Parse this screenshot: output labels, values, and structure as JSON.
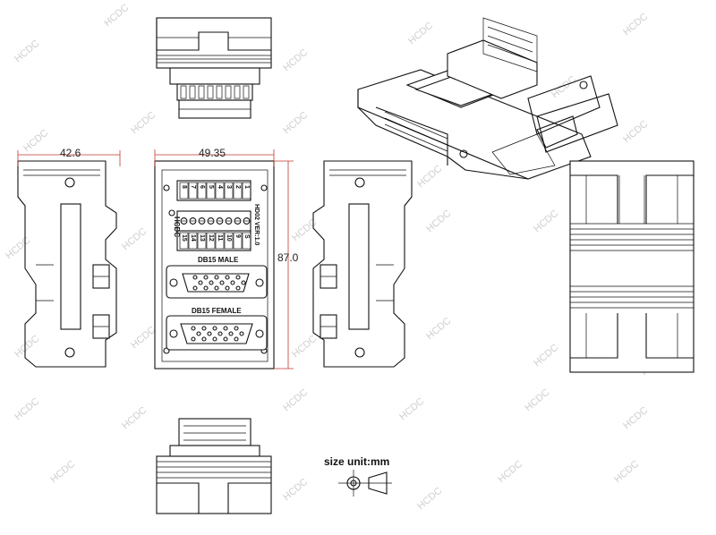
{
  "watermark": "HCDC",
  "dimensions": {
    "side_width": "42.6",
    "front_width": "49.35",
    "height": "87.0"
  },
  "board": {
    "brand": "HCDC",
    "model_version": "HD02 VER:1.0",
    "top_pins": [
      "8",
      "7",
      "6",
      "5",
      "4",
      "3",
      "2",
      "1"
    ],
    "bottom_pins": [
      "15",
      "14",
      "13",
      "12",
      "11",
      "10",
      "9",
      "S"
    ],
    "connector_male": "DB15 MALE",
    "connector_female": "DB15 FEMALE"
  },
  "size_unit": "size unit:mm",
  "colors": {
    "dimension_line": "#c0392b",
    "watermark": "#cfcfcf",
    "line": "#111111"
  }
}
